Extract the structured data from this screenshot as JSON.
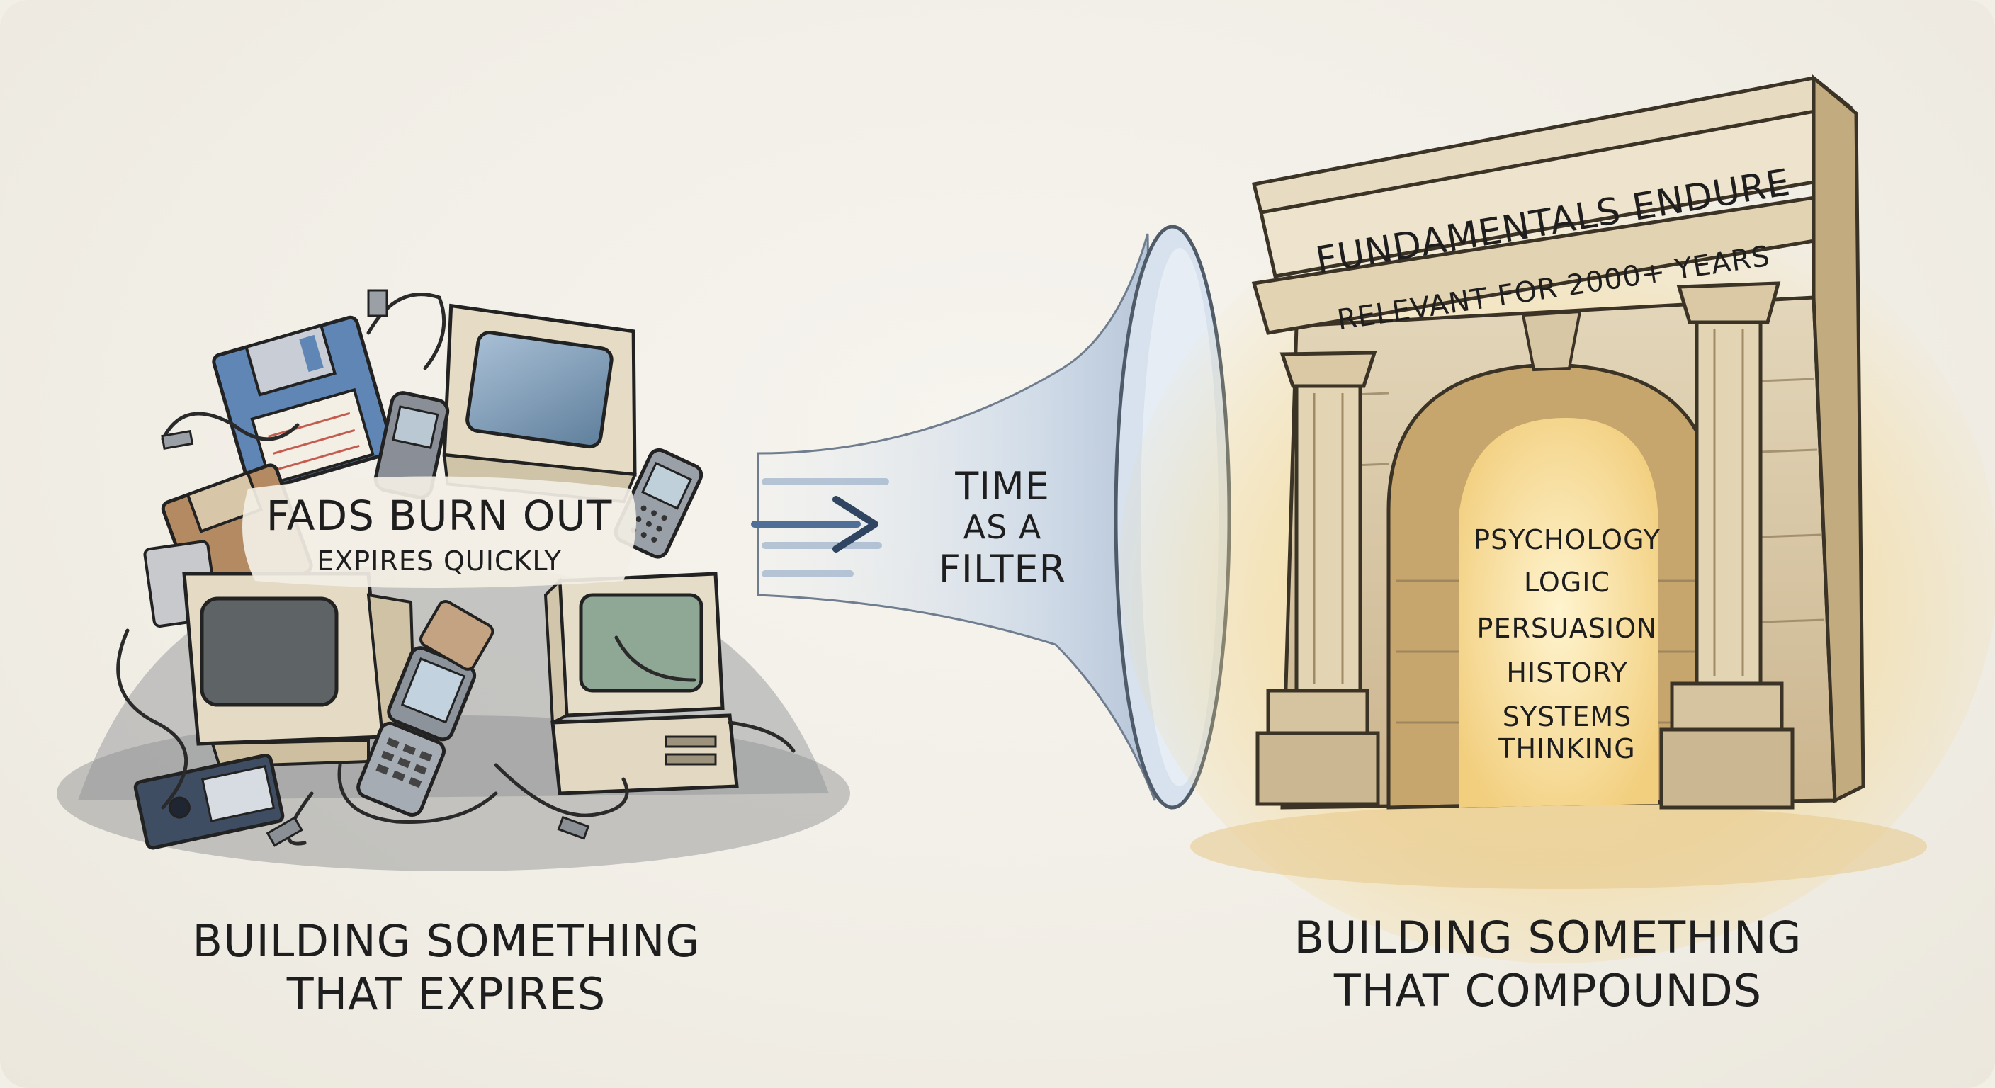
{
  "left": {
    "label_title": "FADS BURN OUT",
    "label_subtitle": "EXPIRES QUICKLY",
    "caption_line1": "BUILDING SOMETHING",
    "caption_line2": "THAT EXPIRES"
  },
  "funnel": {
    "label_line1": "TIME",
    "label_line2": "AS A",
    "label_line3": "FILTER"
  },
  "right": {
    "arch_title": "FUNDAMENTALS ENDURE",
    "arch_subtitle": "RELEVANT FOR 2000+ YEARS",
    "fundamentals": [
      "PSYCHOLOGY",
      "LOGIC",
      "PERSUASION",
      "HISTORY",
      "SYSTEMS",
      "THINKING"
    ],
    "caption_line1": "BUILDING SOMETHING",
    "caption_line2": "THAT COMPOUNDS"
  },
  "colors": {
    "ink": "#1e1e1e",
    "stone": "#d9c9a8",
    "glow": "#f7d98a",
    "funnel": "#b9cbe0",
    "arrow": "#4f6f96"
  }
}
